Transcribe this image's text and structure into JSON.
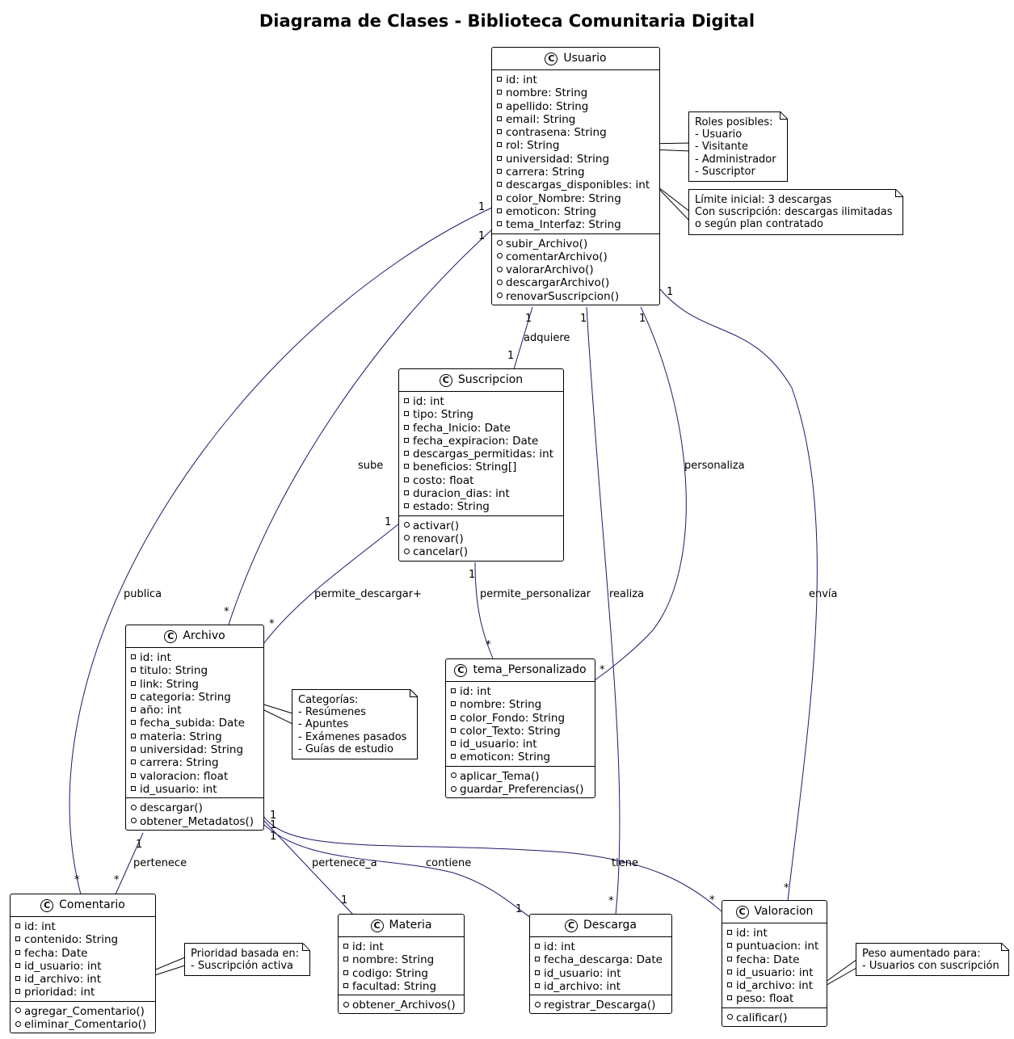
{
  "title": "Diagrama de Clases - Biblioteca Comunitaria Digital",
  "colors": {
    "edge": "#1a1a6e",
    "stroke": "#000000",
    "background": "#ffffff"
  },
  "icon": "class-c-icon",
  "classes": {
    "usuario": {
      "name": "Usuario",
      "attributes": [
        "id: int",
        "nombre: String",
        "apellido: String",
        "email: String",
        "contrasena: String",
        "rol: String",
        "universidad: String",
        "carrera: String",
        "descargas_disponibles: int",
        "color_Nombre: String",
        "emoticon: String",
        "tema_Interfaz: String"
      ],
      "methods": [
        "subir_Archivo()",
        "comentarArchivo()",
        "valorarArchivo()",
        "descargarArchivo()",
        "renovarSuscripcion()"
      ]
    },
    "suscripcion": {
      "name": "Suscripcion",
      "attributes": [
        "id: int",
        "tipo: String",
        "fecha_Inicio: Date",
        "fecha_expiracion: Date",
        "descargas_permitidas: int",
        "beneficios: String[]",
        "costo: float",
        "duracion_dias: int",
        "estado: String"
      ],
      "methods": [
        "activar()",
        "renovar()",
        "cancelar()"
      ]
    },
    "archivo": {
      "name": "Archivo",
      "attributes": [
        "id: int",
        "titulo: String",
        "link: String",
        "categoria: String",
        "año: int",
        "fecha_subida: Date",
        "materia: String",
        "universidad: String",
        "carrera: String",
        "valoracion: float",
        "id_usuario: int"
      ],
      "methods": [
        "descargar()",
        "obtener_Metadatos()"
      ]
    },
    "tema": {
      "name": "tema_Personalizado",
      "attributes": [
        "id: int",
        "nombre: String",
        "color_Fondo: String",
        "color_Texto: String",
        "id_usuario: int",
        "emoticon: String"
      ],
      "methods": [
        "aplicar_Tema()",
        "guardar_Preferencias()"
      ]
    },
    "comentario": {
      "name": "Comentario",
      "attributes": [
        "id: int",
        "contenido: String",
        "fecha: Date",
        "id_usuario: int",
        "id_archivo: int",
        "prioridad: int"
      ],
      "methods": [
        "agregar_Comentario()",
        "eliminar_Comentario()"
      ]
    },
    "materia": {
      "name": "Materia",
      "attributes": [
        "id: int",
        "nombre: String",
        "codigo: String",
        "facultad: String"
      ],
      "methods": [
        "obtener_Archivos()"
      ]
    },
    "descarga": {
      "name": "Descarga",
      "attributes": [
        "id: int",
        "fecha_descarga: Date",
        "id_usuario: int",
        "id_archivo: int"
      ],
      "methods": [
        "registrar_Descarga()"
      ]
    },
    "valoracion": {
      "name": "Valoracion",
      "attributes": [
        "id: int",
        "puntuacion: int",
        "fecha: Date",
        "id_usuario: int",
        "id_archivo: int",
        "peso: float"
      ],
      "methods": [
        "calificar()"
      ]
    }
  },
  "notes": {
    "roles": [
      "Roles posibles:",
      "- Usuario",
      "- Visitante",
      "- Administrador",
      "- Suscriptor"
    ],
    "limite": [
      "Límite inicial: 3 descargas",
      "Con suscripción: descargas ilimitadas",
      "o según plan contratado"
    ],
    "categorias": [
      "Categorías:",
      "- Resúmenes",
      "- Apuntes",
      "- Exámenes pasados",
      "- Guías de estudio"
    ],
    "prioridad": [
      "Prioridad basada en:",
      "- Suscripción activa"
    ],
    "peso": [
      "Peso aumentado para:",
      "- Usuarios con suscripción"
    ]
  },
  "relations": {
    "adquiere": {
      "label": "adquiere",
      "from_mult": "1",
      "to_mult": "1"
    },
    "sube": {
      "label": "sube",
      "from_mult": "1",
      "to_mult": "*"
    },
    "publica": {
      "label": "publica",
      "from_mult": "1",
      "to_mult": "*"
    },
    "realiza": {
      "label": "realiza",
      "from_mult": "1",
      "to_mult": "*"
    },
    "personaliza": {
      "label": "personaliza",
      "from_mult": "1",
      "to_mult": "*"
    },
    "envia": {
      "label": "envía",
      "from_mult": "1",
      "to_mult": "*"
    },
    "permite_descargar": {
      "label": "permite_descargar+",
      "from_mult": "1",
      "to_mult": "*"
    },
    "permite_personalizar": {
      "label": "permite_personalizar",
      "from_mult": "1",
      "to_mult": "*"
    },
    "pertenece": {
      "label": "pertenece",
      "from_mult": "1",
      "to_mult": "*"
    },
    "pertenece_a": {
      "label": "pertenece_a",
      "from_mult": "1",
      "to_mult": "1"
    },
    "contiene": {
      "label": "contiene",
      "from_mult": "1",
      "to_mult": "1"
    },
    "tiene": {
      "label": "tiene",
      "from_mult": "1",
      "to_mult": "*"
    }
  }
}
